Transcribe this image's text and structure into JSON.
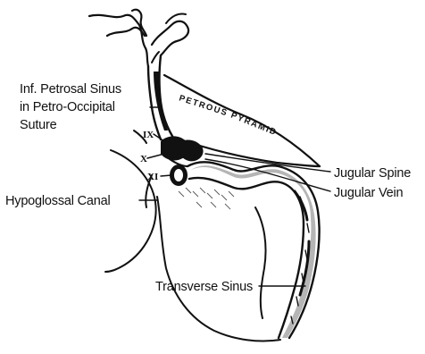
{
  "labels": {
    "inf_petrosal_line1": "Inf. Petrosal Sinus",
    "inf_petrosal_line2": "in Petro-Occipital",
    "inf_petrosal_line3": "Suture",
    "hypoglossal_canal": "Hypoglossal Canal",
    "jugular_spine": "Jugular Spine",
    "jugular_vein": "Jugular Vein",
    "transverse_sinus": "Transverse Sinus",
    "petrous_pyramid_1": "PETROUS",
    "petrous_pyramid_2": "PYRAMID"
  },
  "nerve_numerals": {
    "ix": "IX",
    "x": "X",
    "xi": "XI"
  },
  "colors": {
    "ink": "#111111",
    "background": "#ffffff"
  }
}
